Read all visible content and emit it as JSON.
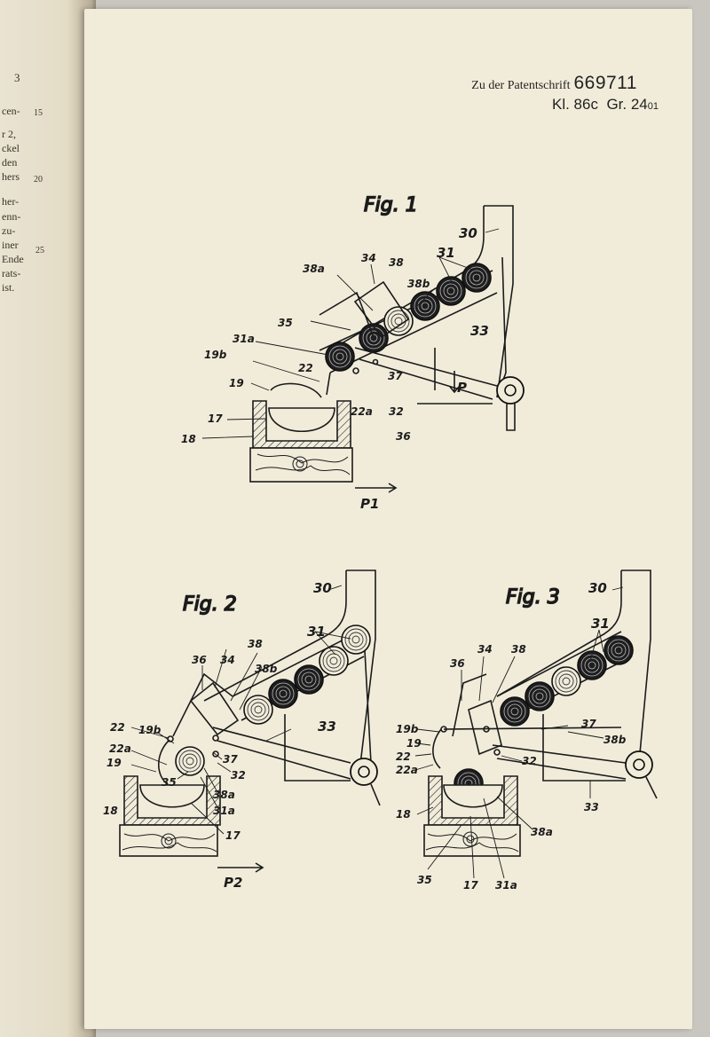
{
  "left_page": {
    "page_number": "3",
    "text_fragments": [
      "cen-",
      "r 2,",
      "ckel",
      "den",
      "hers",
      "her-",
      "enn-",
      "zu-",
      "iner",
      "Ende",
      "rats-",
      "ist."
    ],
    "line_numbers": [
      "15",
      "20",
      "25"
    ]
  },
  "header": {
    "prefix": "Zu der Patentschrift",
    "patent_number": "669711",
    "class_label": "Kl. 86c",
    "group_label": "Gr. 24",
    "group_sub": "01"
  },
  "figures": [
    {
      "title": "Fig. 1",
      "labels": [
        "30",
        "31",
        "34",
        "38",
        "38a",
        "38b",
        "35",
        "33",
        "31a",
        "19b",
        "22",
        "37",
        "P",
        "19",
        "22a",
        "32",
        "17",
        "36",
        "18",
        "P1"
      ]
    },
    {
      "title": "Fig. 2",
      "labels": [
        "30",
        "31",
        "36",
        "34",
        "38",
        "38b",
        "22",
        "19b",
        "33",
        "22a",
        "19",
        "35",
        "37",
        "32",
        "38a",
        "31a",
        "18",
        "17",
        "P2"
      ]
    },
    {
      "title": "Fig. 3",
      "labels": [
        "30",
        "31",
        "34",
        "38",
        "36",
        "19b",
        "19",
        "37",
        "38b",
        "22",
        "22a",
        "32",
        "18",
        "33",
        "38a",
        "35",
        "17",
        "31a"
      ]
    }
  ]
}
